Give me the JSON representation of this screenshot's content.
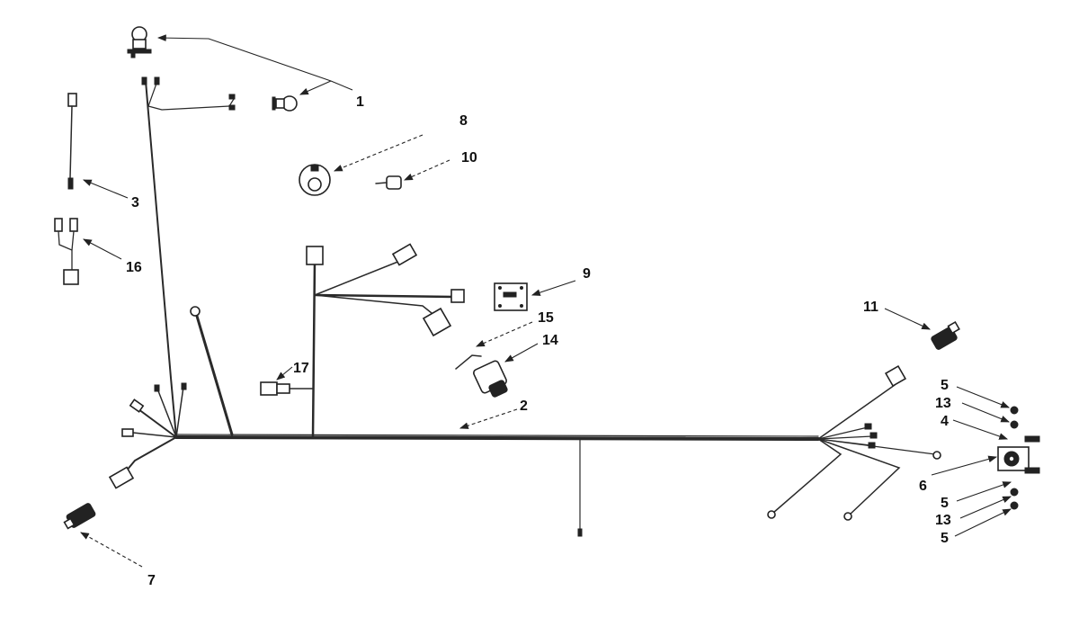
{
  "callouts": {
    "c1": "1",
    "c2": "2",
    "c3": "3",
    "c4": "4",
    "c5a": "5",
    "c5b": "5",
    "c5c": "5",
    "c6": "6",
    "c7": "7",
    "c8": "8",
    "c9": "9",
    "c10": "10",
    "c11": "11",
    "c13a": "13",
    "c13b": "13",
    "c14": "14",
    "c15": "15",
    "c16": "16",
    "c17": "17"
  },
  "colors": {
    "ink": "#222222",
    "background": "#ffffff"
  }
}
